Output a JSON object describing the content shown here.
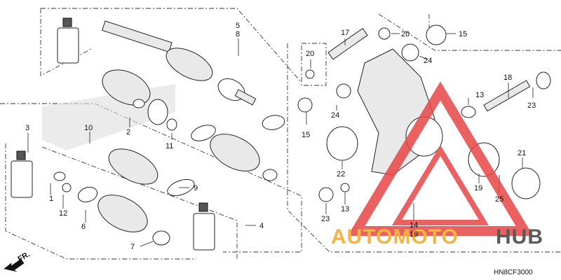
{
  "diagram": {
    "callouts": [
      "1",
      "2",
      "3",
      "4",
      "5",
      "8",
      "6",
      "7",
      "9",
      "10",
      "11",
      "12",
      "13",
      "13",
      "14",
      "16",
      "15",
      "15",
      "17",
      "18",
      "19",
      "20",
      "20",
      "21",
      "22",
      "23",
      "23",
      "24",
      "24",
      "25"
    ],
    "direction_label": "FR.",
    "part_code": "HN8CF3000",
    "watermark": {
      "word1": "AUTOMOTO",
      "word2": "HUB",
      "color_red": "#e64545",
      "color_yellow": "#f2b544",
      "color_gray": "#5a5a5a"
    }
  }
}
